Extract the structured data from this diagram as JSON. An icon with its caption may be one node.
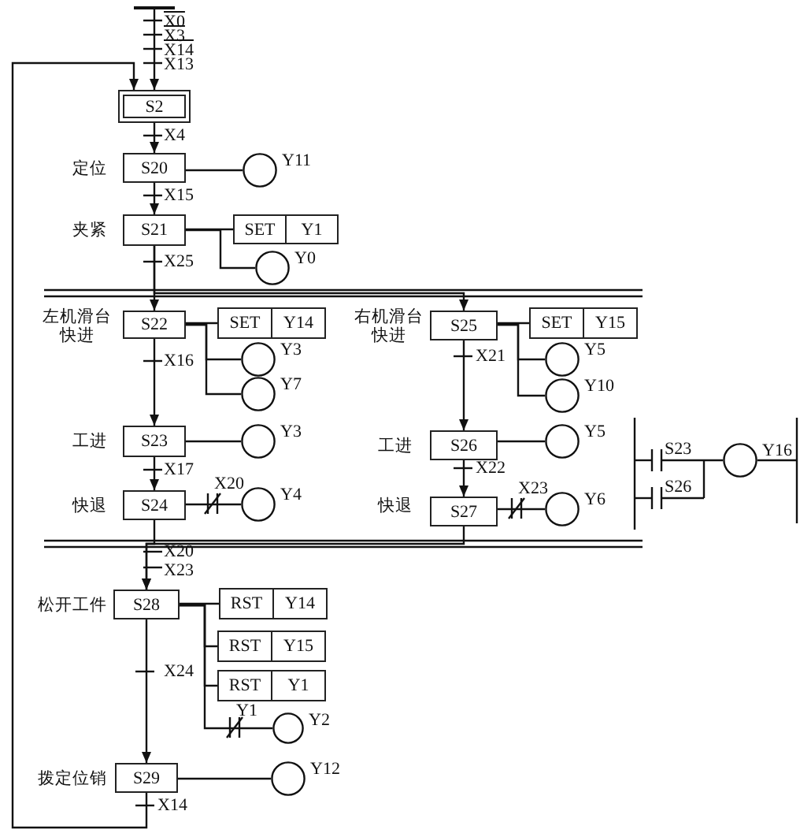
{
  "diagram": {
    "nodes": [
      {
        "text": [
          "S2"
        ]
      },
      {
        "text": [
          "S20"
        ],
        "beside": [
          "定位"
        ]
      },
      {
        "text": [],
        "shape": "circle",
        "beside": [
          "Y11"
        ]
      },
      {
        "text": [
          "S21"
        ],
        "beside": [
          "夹紧"
        ]
      },
      {
        "text": [
          "SET",
          "Y1"
        ]
      },
      {
        "text": [],
        "shape": "circle",
        "beside": [
          "Y0"
        ]
      },
      {
        "text": [
          "S22"
        ],
        "beside": [
          "左机滑台快进"
        ]
      },
      {
        "text": [
          "SET",
          "Y14"
        ]
      },
      {
        "text": [],
        "shape": "circle",
        "beside": [
          "Y3"
        ]
      },
      {
        "text": [],
        "shape": "circle",
        "beside": [
          "Y7"
        ]
      },
      {
        "text": [
          "S23"
        ],
        "beside": [
          "工进"
        ]
      },
      {
        "text": [],
        "shape": "circle",
        "beside": [
          "Y3"
        ]
      },
      {
        "text": [
          "S24"
        ],
        "beside": [
          "快退"
        ]
      },
      {
        "text": [],
        "shape": "circle",
        "beside": [
          "Y4"
        ]
      },
      {
        "text": [
          "S25"
        ],
        "beside": [
          "右机滑台快进"
        ]
      },
      {
        "text": [
          "SET",
          "Y15"
        ]
      },
      {
        "text": [],
        "shape": "circle",
        "beside": [
          "Y5"
        ]
      },
      {
        "text": [],
        "shape": "circle",
        "beside": [
          "Y10"
        ]
      },
      {
        "text": [
          "S26"
        ],
        "beside": [
          "工进"
        ]
      },
      {
        "text": [],
        "shape": "circle",
        "beside": [
          "Y5"
        ]
      },
      {
        "text": [
          "S27"
        ],
        "beside": [
          "快退"
        ]
      },
      {
        "text": [],
        "shape": "circle",
        "beside": [
          "Y6"
        ]
      },
      {
        "text": [],
        "shape": "circle",
        "beside": [
          "Y16"
        ]
      },
      {
        "text": [
          "S28"
        ],
        "beside": [
          "松开工件"
        ]
      },
      {
        "text": [
          "RST",
          "Y14"
        ]
      },
      {
        "text": [
          "RST",
          "Y15"
        ]
      },
      {
        "text": [
          "RST",
          "Y1"
        ]
      },
      {
        "text": [],
        "shape": "circle",
        "beside": [
          "Y2"
        ]
      },
      {
        "text": [
          "S29"
        ],
        "beside": [
          "拨定位销"
        ]
      },
      {
        "text": [],
        "shape": "circle",
        "beside": [
          "Y12"
        ]
      },
      {
        "text": [],
        "shape": "bar"
      }
    ],
    "edges": [
      {
        "from": 30,
        "to": 0,
        "arrow": "to"
      },
      {
        "from": 0,
        "to": 1,
        "arrow": "to",
        "label": "X4"
      },
      {
        "from": 1,
        "to": 2,
        "arrow": "none"
      },
      {
        "from": 1,
        "to": 3,
        "arrow": "to",
        "label": "X15"
      },
      {
        "from": 3,
        "to": 4,
        "arrow": "none"
      },
      {
        "from": 3,
        "to": 5,
        "arrow": "none"
      },
      {
        "from": 3,
        "to": 6,
        "arrow": "to",
        "label": "X25"
      },
      {
        "from": 3,
        "to": 14,
        "arrow": "to"
      },
      {
        "from": 6,
        "to": 7,
        "arrow": "none"
      },
      {
        "from": 6,
        "to": 8,
        "arrow": "none"
      },
      {
        "from": 6,
        "to": 9,
        "arrow": "none"
      },
      {
        "from": 6,
        "to": 10,
        "arrow": "to",
        "label": "X16"
      },
      {
        "from": 10,
        "to": 11,
        "arrow": "none"
      },
      {
        "from": 10,
        "to": 12,
        "arrow": "to",
        "label": "X17"
      },
      {
        "from": 12,
        "to": 13,
        "arrow": "none",
        "label": "X20"
      },
      {
        "from": 14,
        "to": 15,
        "arrow": "none"
      },
      {
        "from": 14,
        "to": 16,
        "arrow": "none"
      },
      {
        "from": 14,
        "to": 17,
        "arrow": "none"
      },
      {
        "from": 14,
        "to": 18,
        "arrow": "to",
        "label": "X21"
      },
      {
        "from": 18,
        "to": 19,
        "arrow": "none"
      },
      {
        "from": 18,
        "to": 20,
        "arrow": "to",
        "label": "X22"
      },
      {
        "from": 20,
        "to": 21,
        "arrow": "none",
        "label": "X23"
      },
      {
        "from": 12,
        "to": 23,
        "arrow": "to",
        "label": "X20 X23"
      },
      {
        "from": 20,
        "to": 23,
        "arrow": "to"
      },
      {
        "from": 23,
        "to": 24,
        "arrow": "none"
      },
      {
        "from": 23,
        "to": 25,
        "arrow": "none"
      },
      {
        "from": 23,
        "to": 26,
        "arrow": "none"
      },
      {
        "from": 23,
        "to": 27,
        "arrow": "none",
        "label": "Y1"
      },
      {
        "from": 23,
        "to": 28,
        "arrow": "to",
        "label": "X24"
      },
      {
        "from": 28,
        "to": 29,
        "arrow": "none"
      },
      {
        "from": 28,
        "to": 0,
        "arrow": "to",
        "label": "X14"
      }
    ],
    "labels": [
      "X0",
      "X3",
      "X14",
      "X13",
      "S23",
      "S26"
    ]
  }
}
